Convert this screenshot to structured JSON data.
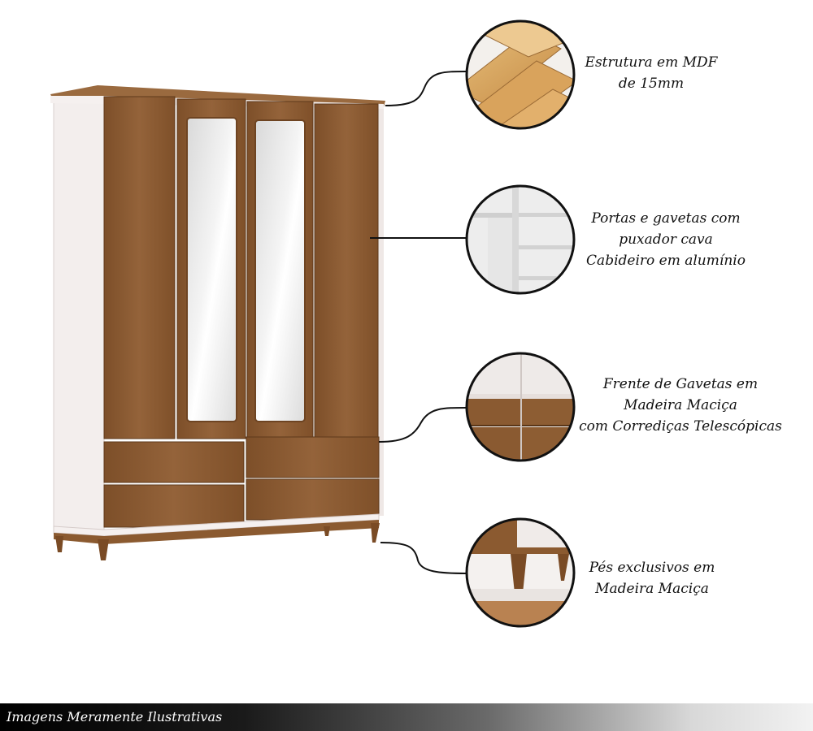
{
  "callouts": [
    {
      "id": "estrutura",
      "lines": [
        "Estrutura em MDF",
        "de 15mm"
      ],
      "icon": "wood-planks-detail"
    },
    {
      "id": "portas",
      "lines": [
        "Portas e gavetas com",
        "puxador cava",
        "Cabideiro em alumínio"
      ],
      "icon": "interior-shelves-detail"
    },
    {
      "id": "gavetas",
      "lines": [
        "Frente de Gavetas em",
        "Madeira Maciça",
        "com Corrediças Telescópicas"
      ],
      "icon": "drawer-front-detail"
    },
    {
      "id": "pes",
      "lines": [
        "Pés exclusivos em",
        "Madeira Maciça"
      ],
      "icon": "wooden-leg-detail"
    }
  ],
  "footer": {
    "text": "Imagens Meramente Ilustrativas"
  },
  "colors": {
    "wood": "#8f5d32",
    "wood_dark": "#6e4422",
    "white_body": "#f4efee",
    "mirror": "#e9e9e9"
  }
}
